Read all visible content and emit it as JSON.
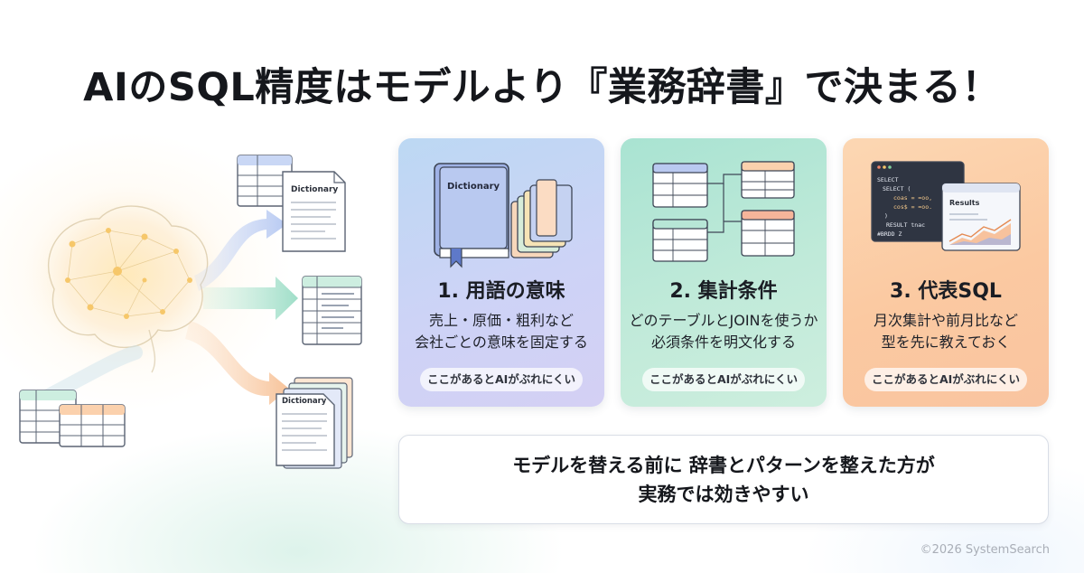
{
  "title": "AIのSQL精度はモデルより『業務辞書』で決まる！",
  "illustration": {
    "doc_label_1": "Dictionary",
    "doc_label_2": "Dictionary"
  },
  "cards": [
    {
      "title": "1. 用語の意味",
      "desc": [
        "売上・原価・粗利など",
        "会社ごとの意味を固定する"
      ],
      "pill": "ここがあるとAIがぶれにくい",
      "art_label": "Dictionary",
      "color": "#c7d6f5"
    },
    {
      "title": "2. 集計条件",
      "desc": [
        "どのテーブルとJOINを使うか",
        "必須条件を明文化する"
      ],
      "pill": "ここがあるとAIがぶれにくい",
      "color": "#b7e6d6"
    },
    {
      "title": "3. 代表SQL",
      "desc": [
        "月次集計や前月比など",
        "型を先に教えておく"
      ],
      "pill": "ここがあるとAIがぶれにくい",
      "art_label": "Results",
      "code_lines": [
        "SELECT",
        "SELECT (",
        "coas = ≈oo,",
        "cos$ = ≈oo.",
        ")",
        "RESULT tnac",
        "#BRDD Z"
      ],
      "color": "#fbcfab"
    }
  ],
  "callout": {
    "line1": "モデルを替える前に 辞書とパターンを整えた方が",
    "line2": "実務では効きやすい"
  },
  "copyright": "©2026 SystemSearch"
}
